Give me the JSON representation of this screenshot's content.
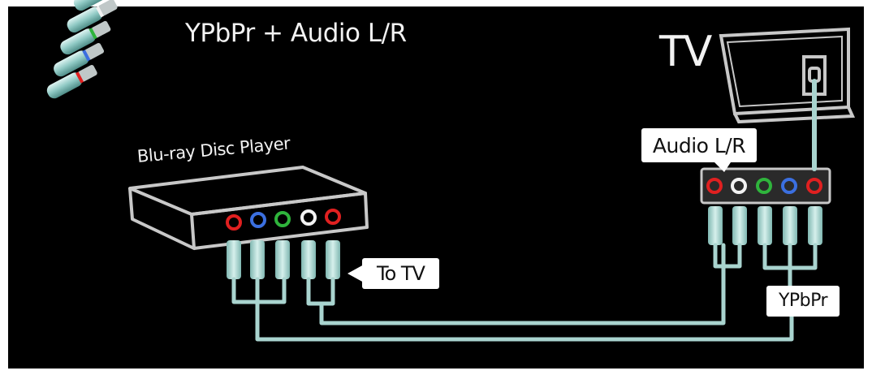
{
  "title": "YPbPr + Audio L/R",
  "tv_label": "TV",
  "device_label": "Blu-ray Disc Player",
  "callouts": {
    "audio": "Audio L/R",
    "to_tv": "To TV",
    "ypbpr": "YPbPr"
  },
  "colors": {
    "background": "#000000",
    "outline": "#c8c8c8",
    "cable": "#a9d4cf",
    "port_red": "#e02020",
    "port_blue": "#3b6fe0",
    "port_green": "#2fb43c",
    "port_white": "#f2f2f2"
  },
  "player_ports": [
    "red",
    "blue",
    "green",
    "white",
    "red"
  ],
  "tv_ports": [
    "red",
    "white",
    "green",
    "blue",
    "red"
  ],
  "icons": [
    "rca-cable-bundle-icon",
    "tv-icon",
    "blu-ray-player-icon"
  ]
}
